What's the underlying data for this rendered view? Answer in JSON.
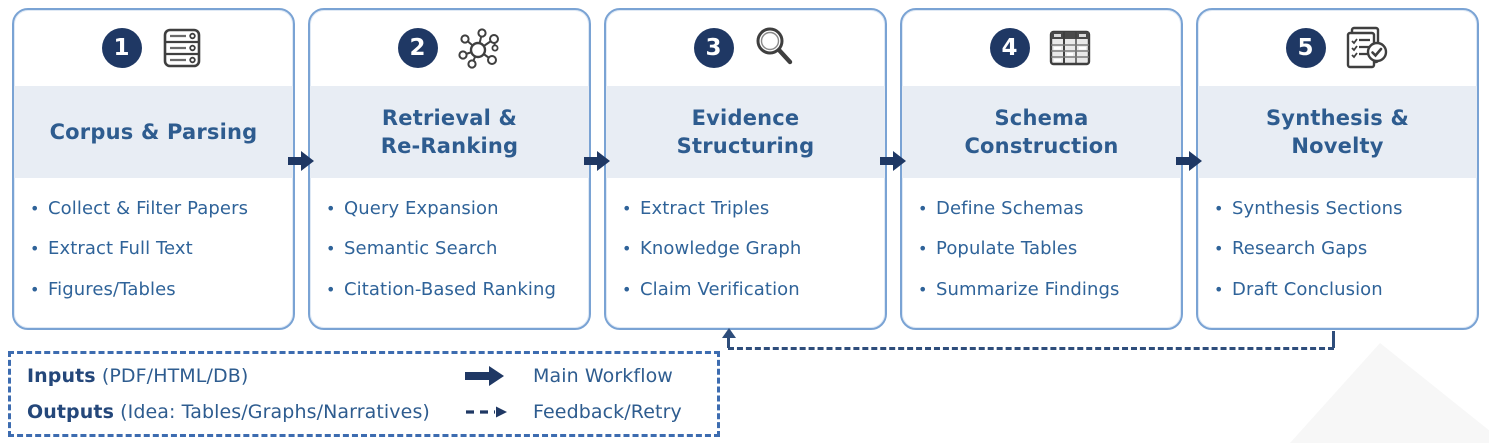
{
  "stages": [
    {
      "number": "1",
      "icon": "database-icon",
      "title": "Corpus & Parsing",
      "bullets": [
        "Collect & Filter Papers",
        "Extract Full Text",
        "Figures/Tables"
      ]
    },
    {
      "number": "2",
      "icon": "network-graph-icon",
      "title": "Retrieval &\nRe-Ranking",
      "bullets": [
        "Query Expansion",
        "Semantic Search",
        "Citation-Based Ranking"
      ]
    },
    {
      "number": "3",
      "icon": "magnifier-icon",
      "title": "Evidence\nStructuring",
      "bullets": [
        "Extract Triples",
        "Knowledge Graph",
        "Claim Verification"
      ]
    },
    {
      "number": "4",
      "icon": "table-icon",
      "title": "Schema\nConstruction",
      "bullets": [
        "Define Schemas",
        "Populate Tables",
        "Summarize Findings"
      ]
    },
    {
      "number": "5",
      "icon": "document-check-icon",
      "title": "Synthesis &\nNovelty",
      "bullets": [
        "Synthesis Sections",
        "Research Gaps",
        "Draft Conclusion"
      ]
    }
  ],
  "legend": {
    "inputs_label": "Inputs",
    "inputs_detail": " (PDF/HTML/DB)",
    "outputs_label": "Outputs",
    "outputs_detail": " (Idea: Tables/Graphs/Narratives)",
    "main_workflow_label": "Main Workflow",
    "feedback_label": "Feedback/Retry",
    "bullet_char": "•"
  },
  "colors": {
    "badge_navy": "#1F3864",
    "card_border_blue": "#7AA3D4",
    "title_band_bg": "#E8EDF4",
    "title_text": "#2E5C8F",
    "bullet_text": "#2F6399",
    "dashed_feedback": "#2E4D7B",
    "legend_border": "#3D6CB0"
  }
}
